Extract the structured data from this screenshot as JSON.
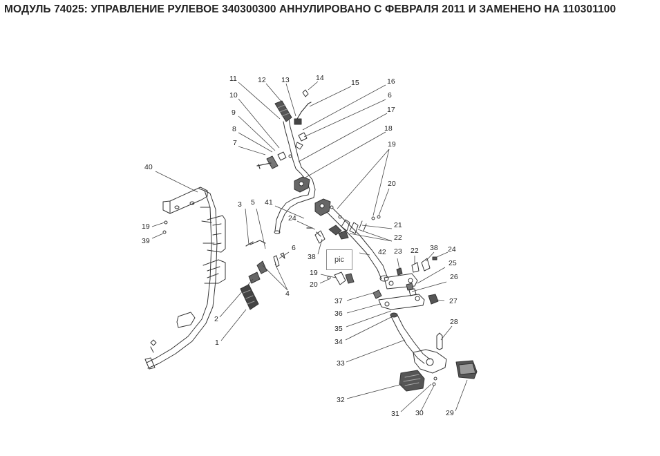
{
  "title": "МОДУЛЬ 74025: УПРАВЛЕНИЕ РУЛЕВОЕ 340300300 АННУЛИРОВАНО С ФЕВРАЛЯ 2011 И ЗАМЕНЕНО НА 110301100",
  "pic_button": "pic",
  "callouts": [
    "11",
    "12",
    "13",
    "14",
    "15",
    "16",
    "6",
    "10",
    "17",
    "9",
    "18",
    "8",
    "7",
    "19",
    "40",
    "20",
    "3",
    "5",
    "41",
    "24",
    "21",
    "22",
    "19",
    "39",
    "6",
    "38",
    "42",
    "23",
    "22",
    "38",
    "24",
    "25",
    "19",
    "20",
    "26",
    "4",
    "37",
    "27",
    "36",
    "2",
    "35",
    "28",
    "34",
    "1",
    "33",
    "32",
    "31",
    "30",
    "29"
  ]
}
